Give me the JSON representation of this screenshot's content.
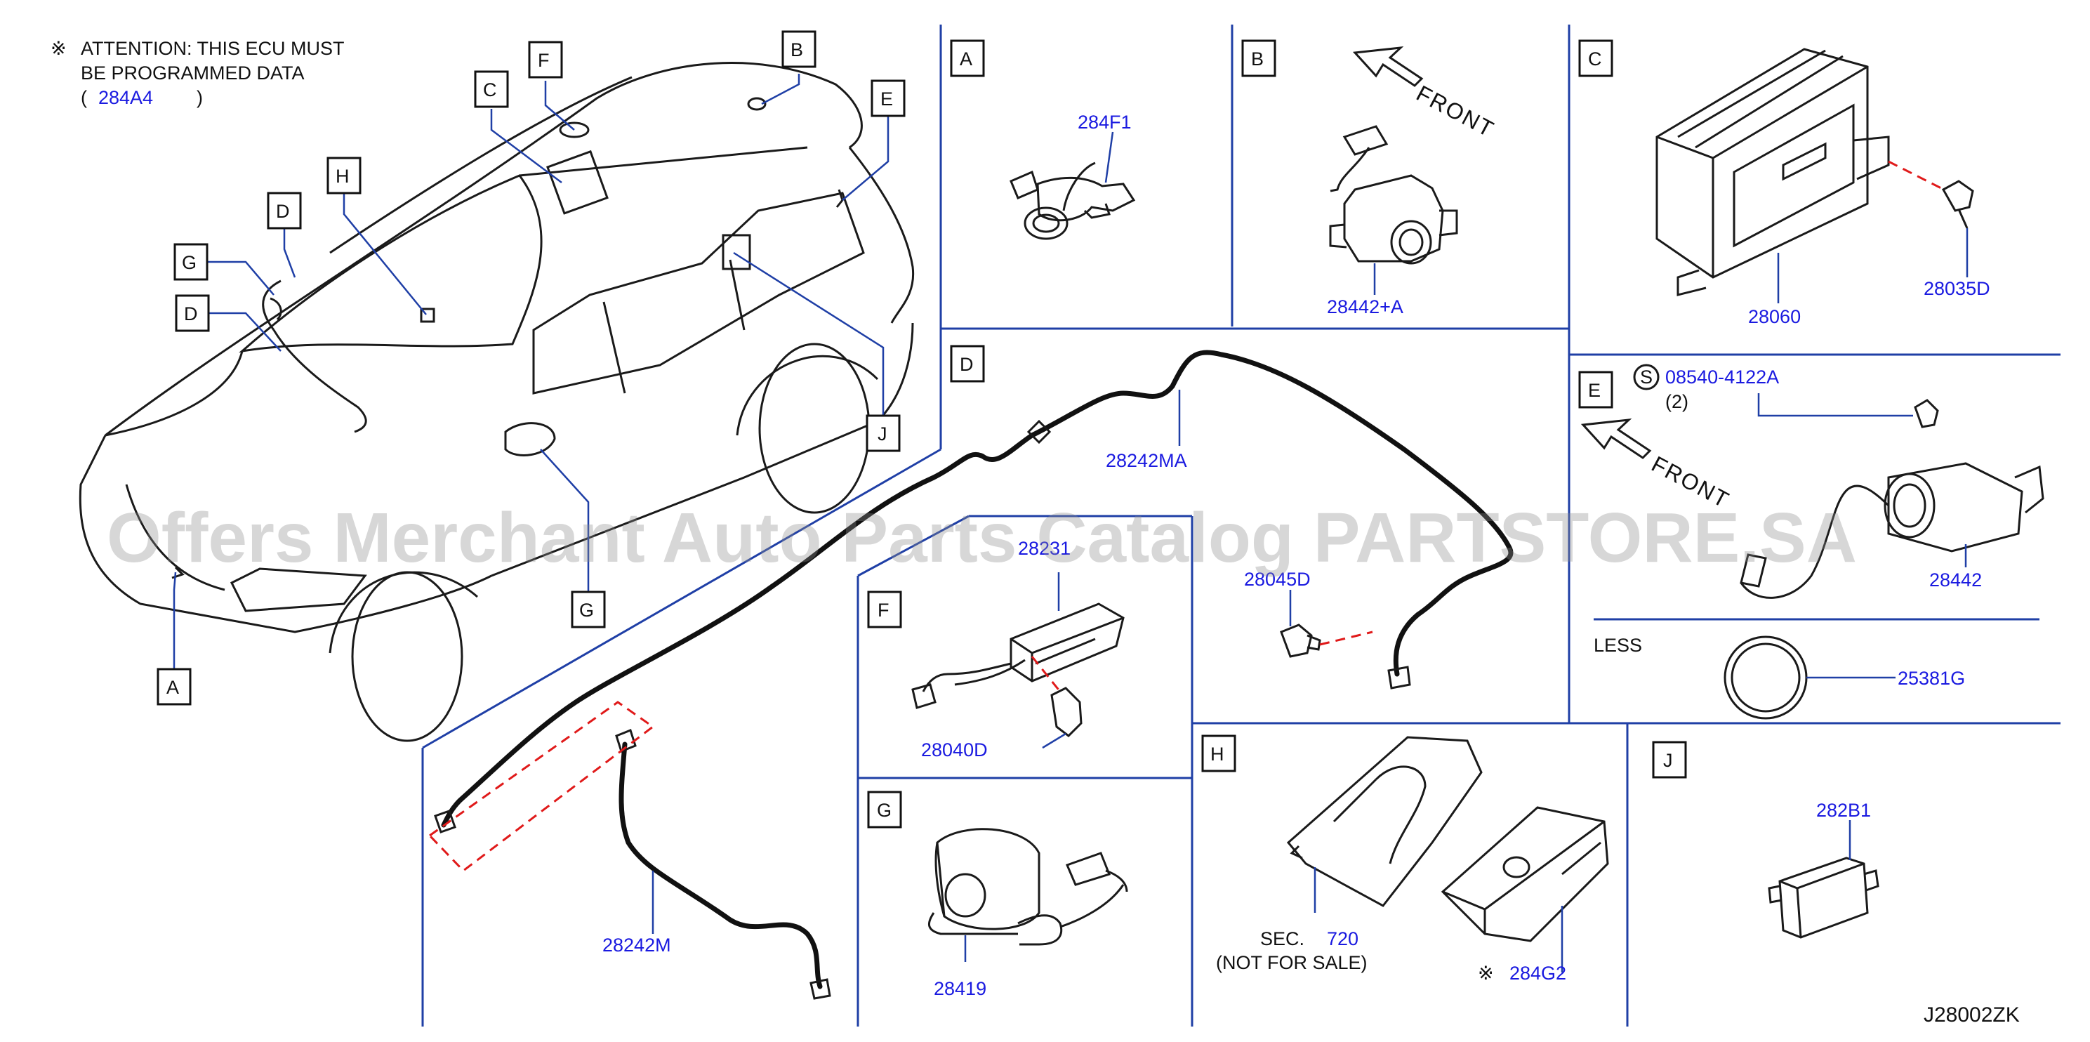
{
  "attention_note": {
    "mark": "※",
    "line1": "ATTENTION:  THIS  ECU  MUST",
    "line2": "BE   PROGRAMMED   DATA",
    "open_paren": "(",
    "part": "284A4",
    "close_paren": ")"
  },
  "vehicle_callouts": [
    "A",
    "B",
    "C",
    "D",
    "D",
    "E",
    "F",
    "G",
    "G",
    "H",
    "J"
  ],
  "panels": {
    "A": {
      "letter": "A",
      "parts": [
        "284F1"
      ]
    },
    "B": {
      "letter": "B",
      "front_label": "FRONT",
      "parts": [
        "28442+A"
      ]
    },
    "C": {
      "letter": "C",
      "parts": [
        "28060",
        "28035D"
      ]
    },
    "D": {
      "letter": "D",
      "parts": [
        "28242MA",
        "28045D",
        "28242M"
      ]
    },
    "E": {
      "letter": "E",
      "s_mark": "S",
      "bolt": "08540-4122A",
      "qty": "(2)",
      "front_label": "FRONT",
      "parts": [
        "28442"
      ],
      "less_label": "LESS",
      "less_part": "25381G"
    },
    "F": {
      "letter": "F",
      "parts": [
        "28231",
        "28040D"
      ]
    },
    "G": {
      "letter": "G",
      "parts": [
        "28419"
      ]
    },
    "H": {
      "letter": "H",
      "sec_label": "SEC.",
      "sec_no": "720",
      "not_for_sale": "(NOT   FOR   SALE)",
      "mark": "※",
      "parts": [
        "284G2"
      ]
    },
    "J": {
      "letter": "J",
      "parts": [
        "282B1"
      ]
    }
  },
  "diagram_code": "J28002ZK",
  "watermark": "Offers Merchant Auto Parts Catalog PARTSTORE.SA",
  "colors": {
    "part_number": "#1a1ae0",
    "divider": "#1f3fa6",
    "dashed": "#e01a1a",
    "ink": "#111111"
  }
}
